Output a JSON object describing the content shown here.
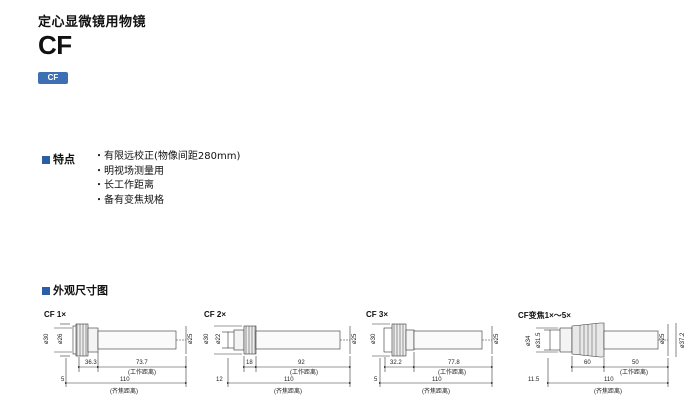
{
  "header": {
    "subtitle": "定心显微镜用物镜",
    "title": "CF",
    "tag": "CF"
  },
  "features": {
    "heading": "特点",
    "items": [
      "有限远校正(物像间距280mm)",
      "明视场测量用",
      "长工作距离",
      "备有变焦规格"
    ]
  },
  "dimensions": {
    "heading": "外观尺寸图",
    "models": [
      {
        "label": "CF 1×",
        "dia_outer": "ø30",
        "dia_inner": "ø26",
        "dia_tube": "ø25",
        "len_a": "36.3",
        "len_b": "73.7",
        "wd_label": "(工作距离)",
        "offset": "5",
        "total": "110",
        "focal_label": "(齐焦距离)"
      },
      {
        "label": "CF 2×",
        "dia_outer": "ø30",
        "dia_inner": "ø22",
        "dia_tube": "ø25",
        "len_a": "18",
        "len_b": "92",
        "wd_label": "(工作距离)",
        "offset": "12",
        "total": "110",
        "focal_label": "(齐焦距离)"
      },
      {
        "label": "CF 3×",
        "dia_outer": "ø30",
        "dia_tube": "ø25",
        "len_a": "32.2",
        "len_b": "77.8",
        "wd_label": "(工作距离)",
        "offset": "5",
        "total": "110",
        "focal_label": "(齐焦距离)"
      },
      {
        "label": "CF变焦1×～5×",
        "dia_outer": "ø34",
        "dia_inner": "ø31.5",
        "dia_tube": "ø25",
        "dia_max": "ø37.2",
        "len_a": "60",
        "len_b": "50",
        "wd_label": "(工作距离)",
        "offset": "11.5",
        "total": "110",
        "focal_label": "(齐焦距离)"
      }
    ]
  }
}
